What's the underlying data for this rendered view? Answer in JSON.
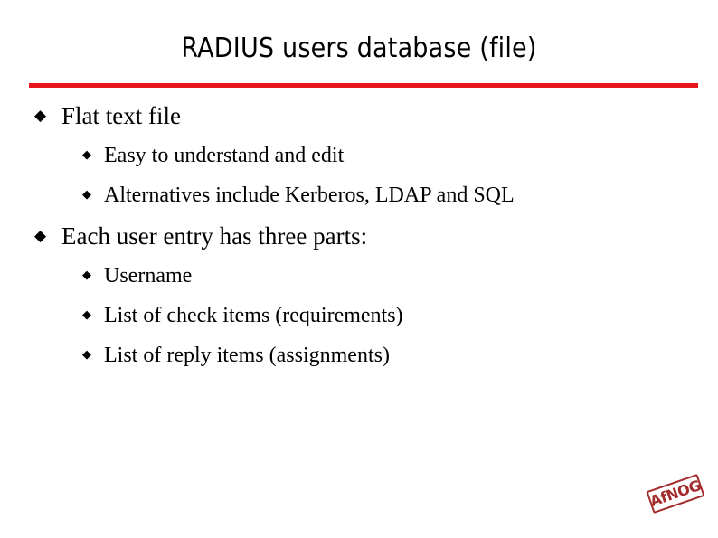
{
  "slide": {
    "title": "RADIUS users database (file)",
    "accent_color": "#e8161c",
    "background_color": "#ffffff",
    "text_color": "#000000",
    "bullet_glyph": "◆",
    "content": [
      {
        "level": 1,
        "text": "Flat text file"
      },
      {
        "level": 2,
        "text": "Easy to understand and edit"
      },
      {
        "level": 2,
        "text": "Alternatives include Kerberos, LDAP and SQL"
      },
      {
        "level": 1,
        "text": "Each user entry has three parts:"
      },
      {
        "level": 2,
        "text": "Username"
      },
      {
        "level": 2,
        "text": "List of check items (requirements)"
      },
      {
        "level": 2,
        "text": "List of reply items (assignments)"
      }
    ]
  },
  "logo": {
    "text": "AfNOG",
    "color": "#a32b2b"
  }
}
